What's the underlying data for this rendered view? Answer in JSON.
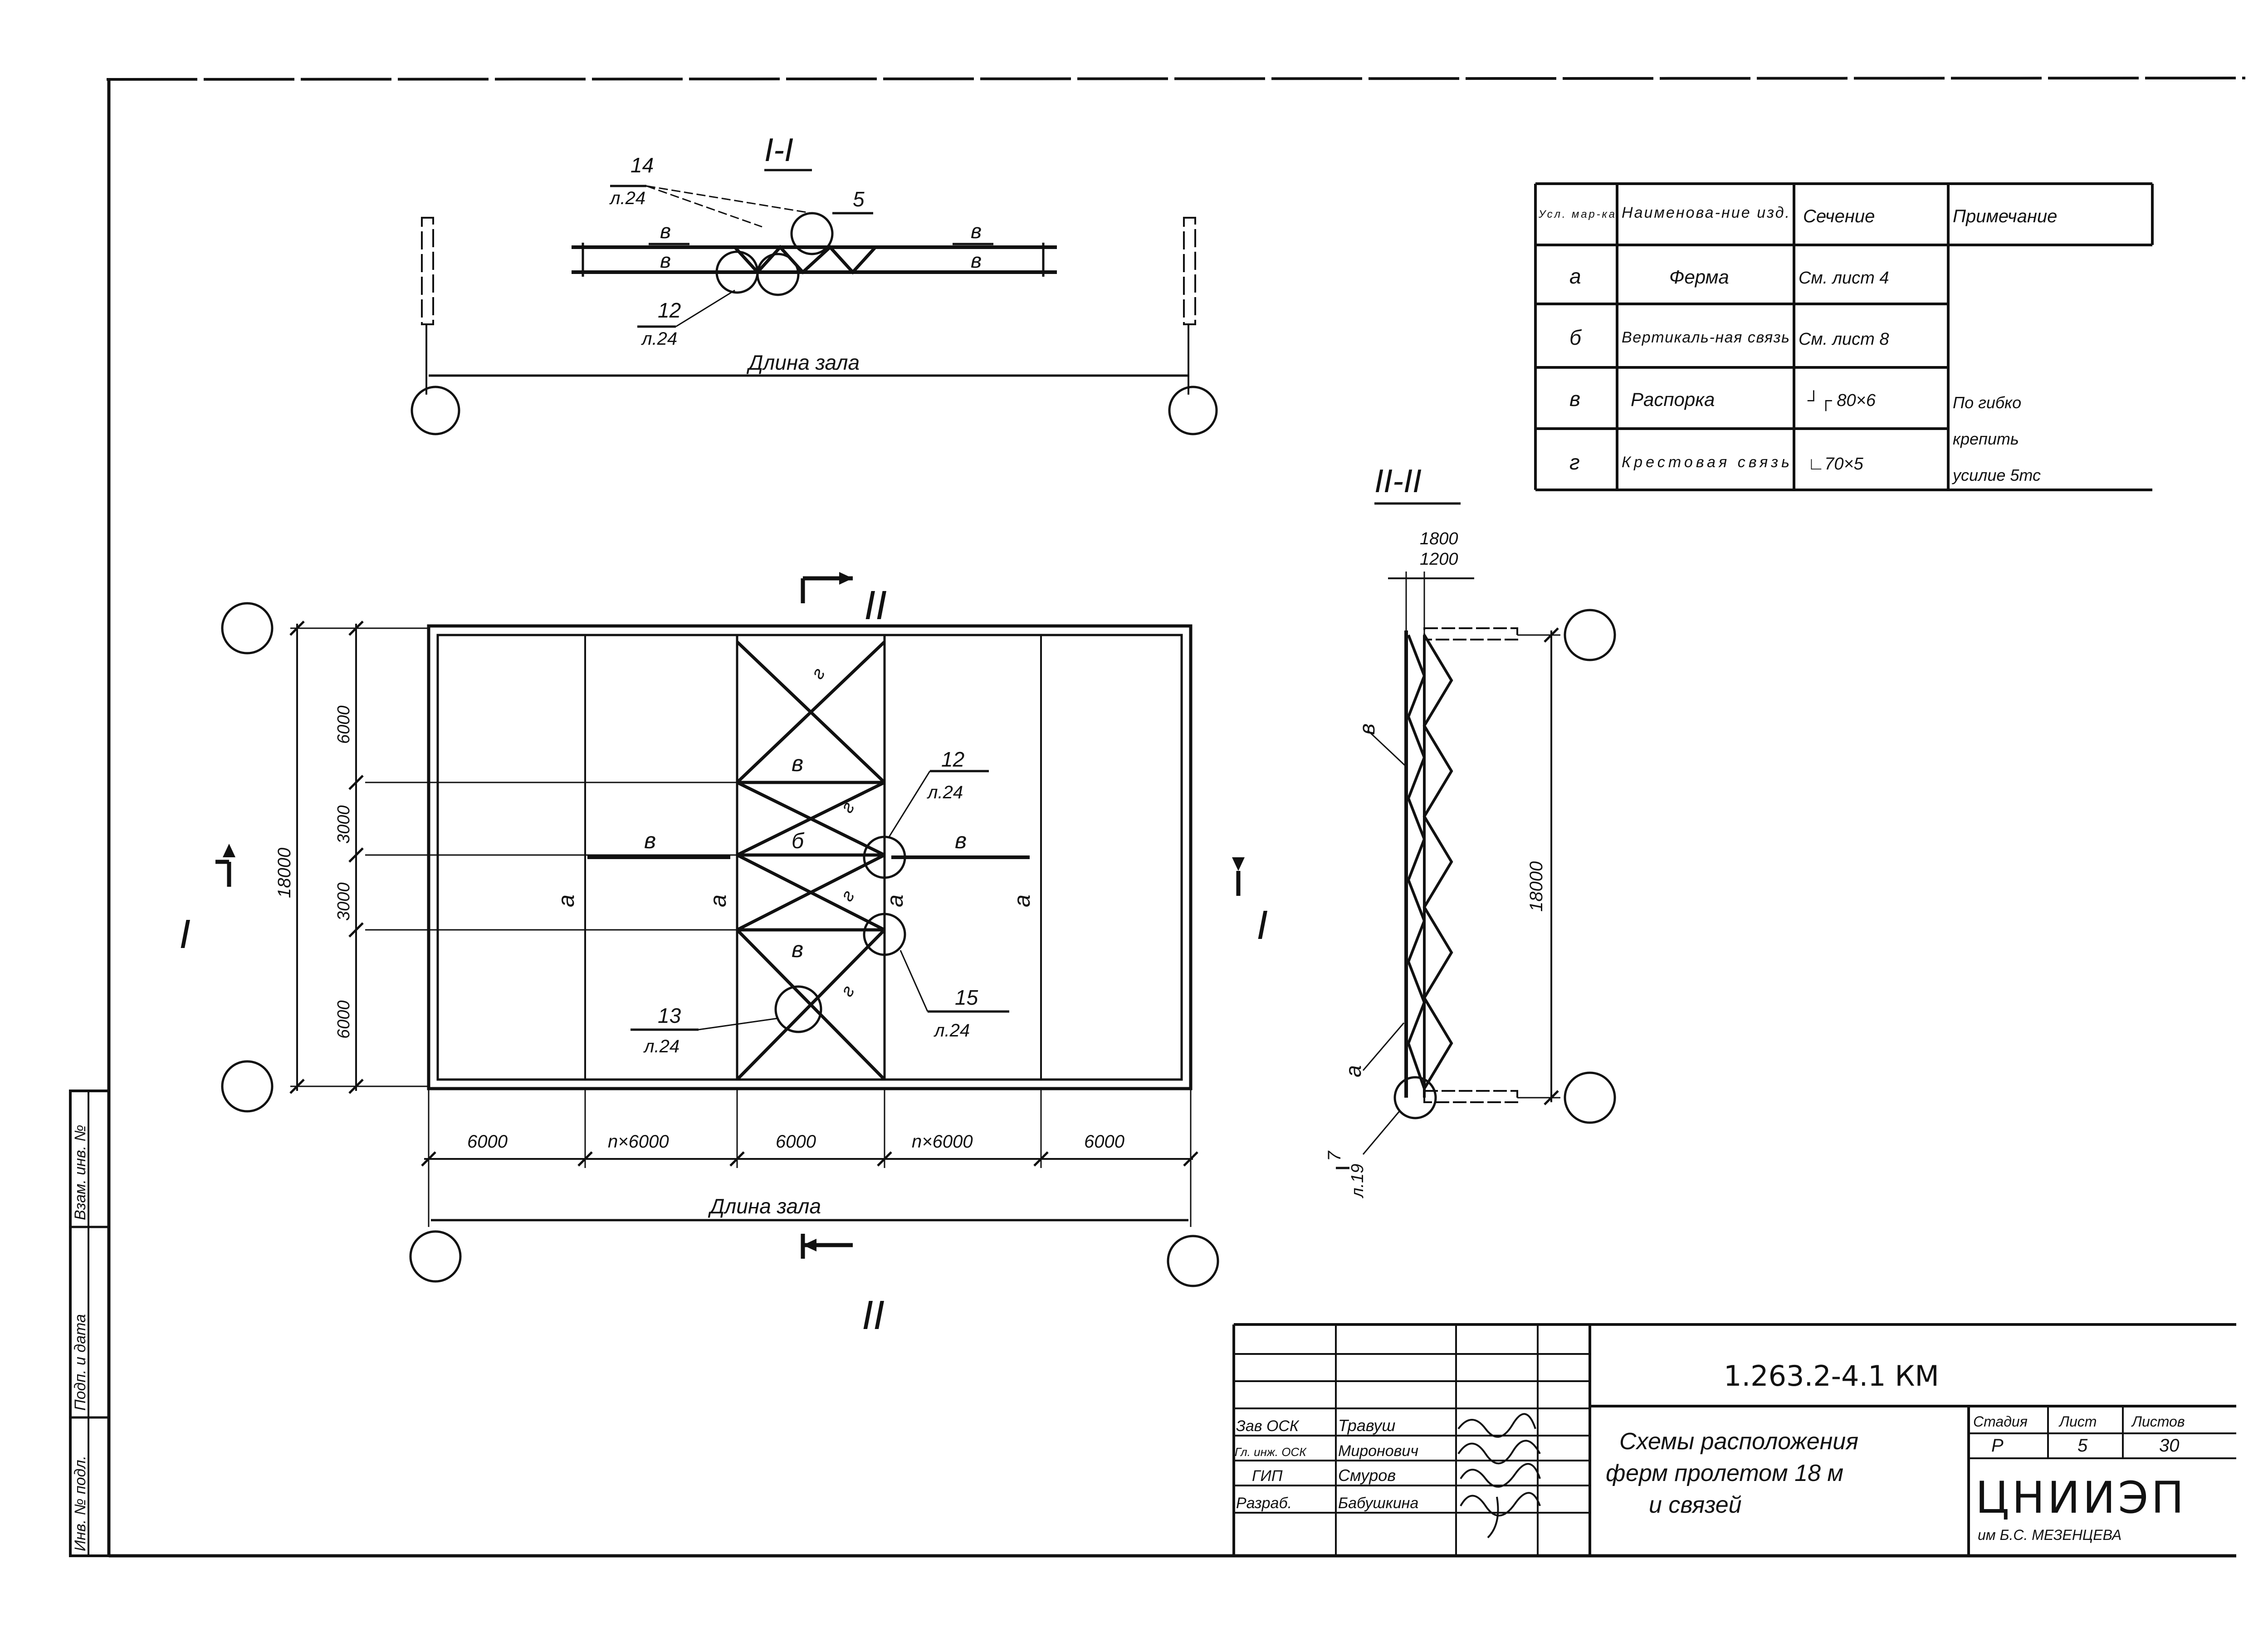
{
  "section_titles": {
    "s1_top": "I-I",
    "s2_side": "II-II"
  },
  "section_marks": {
    "top_ii": "II",
    "bottom_ii": "II",
    "left_i": "I",
    "right_i": "I"
  },
  "section1": {
    "callout_14": "14",
    "callout_14_sheet": "л.24",
    "callout_5": "5",
    "callout_12": "12",
    "callout_12_sheet": "л.24",
    "strut_left_top": "в",
    "strut_left_bottom": "в",
    "strut_right_top": "в",
    "strut_right_bottom": "в",
    "hall_length": "Длина зала"
  },
  "plan": {
    "member_v_left": "в",
    "member_v_right": "в",
    "member_v_upper": "в",
    "member_v_lower": "в",
    "member_b": "б",
    "truss_a1": "а",
    "truss_a2": "а",
    "truss_a3": "а",
    "truss_a4": "а",
    "cross_g1": "г",
    "cross_g2": "г",
    "cross_g3": "г",
    "cross_g4": "г",
    "callout_12": "12",
    "callout_12_sheet": "л.24",
    "callout_13": "13",
    "callout_13_sheet": "л.24",
    "callout_15": "15",
    "callout_15_sheet": "л.24",
    "dim_total_vertical": "18000",
    "dim_v1": "6000",
    "dim_v2": "3000",
    "dim_v3": "3000",
    "dim_v4": "6000",
    "dim_h1": "6000",
    "dim_h2": "n×6000",
    "dim_h3": "6000",
    "dim_h4": "n×6000",
    "dim_h5": "6000",
    "hall_length": "Длина зала"
  },
  "section2": {
    "dim_top1": "1800",
    "dim_top2": "1200",
    "dim_vertical": "18000",
    "label_v": "в",
    "label_a": "а",
    "callout_7": "7",
    "callout_7_sheet": "л.19"
  },
  "spec_table": {
    "headers": [
      "Усл. мар-ка",
      "Наименова-ние изд.",
      "Сечение",
      "Примечание"
    ],
    "rows": [
      {
        "mark": "а",
        "name": "Ферма",
        "section": "См. лист 4"
      },
      {
        "mark": "б",
        "name": "Вертикаль-ная связь",
        "section": "См. лист 8"
      },
      {
        "mark": "в",
        "name": "Распорка",
        "section": "┘┌ 80×6"
      },
      {
        "mark": "г",
        "name": "Крестовая связь",
        "section": "∟70×5"
      }
    ],
    "note_lines": [
      "По гибко",
      "крепить",
      "усилие 5тс"
    ]
  },
  "title_block": {
    "doc_code": "1.263.2-4.1 КМ",
    "title_lines": [
      "Схемы расположения",
      "ферм пролетом 18 м",
      "и связей"
    ],
    "stage_label": "Стадия",
    "stage": "Р",
    "sheet_label": "Лист",
    "sheet": "5",
    "sheets_label": "Листов",
    "sheets": "30",
    "org": "ЦНИИЭП",
    "org_sub": "им Б.С. МЕЗЕНЦЕВА",
    "staff": [
      {
        "role": "Зав ОСК",
        "name": "Травуш"
      },
      {
        "role": "Гл. инж. ОСК",
        "name": "Миронович"
      },
      {
        "role": "ГИП",
        "name": "Смуров"
      },
      {
        "role": "Разраб.",
        "name": "Бабушкина"
      }
    ]
  },
  "side_stamp": [
    "Инв. № подл.",
    "Подп. и дата",
    "Взам. инв. №"
  ]
}
